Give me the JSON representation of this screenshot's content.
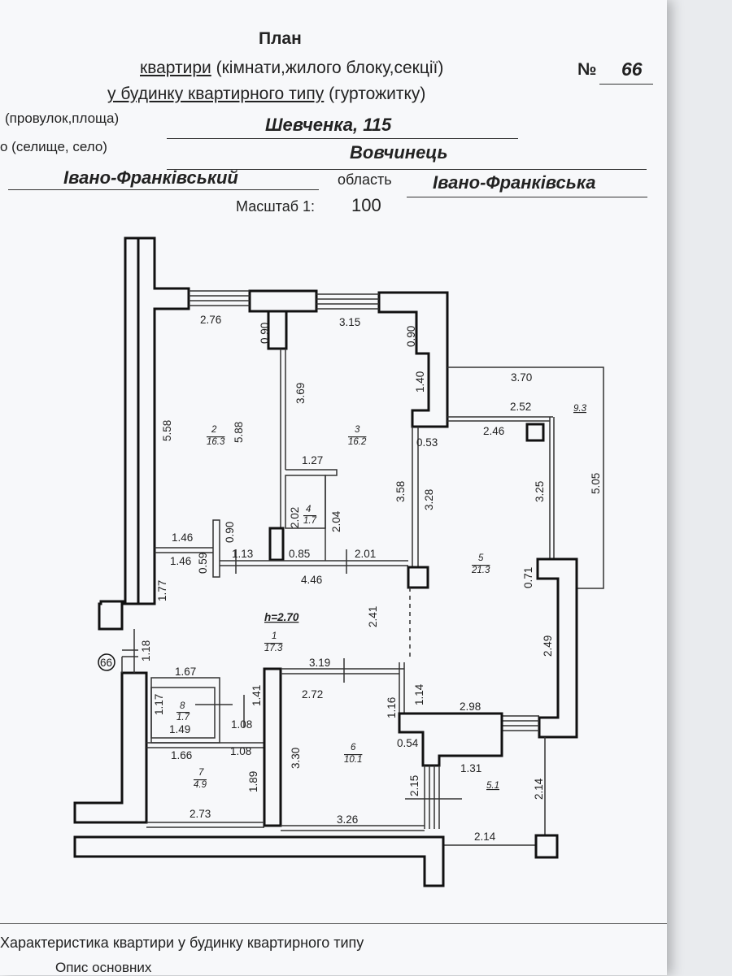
{
  "header": {
    "title": "План",
    "line1_prefix": "квартири",
    "line1_rest": " (кімнати,жилого блоку,секції)",
    "line2_prefix": "у будинку квартирного типу",
    "line2_rest": " (гуртожитку)",
    "number_label": "№",
    "number_value": "66",
    "street_label": "(провулок,площа)",
    "street_value": "Шевченка, 115",
    "city_label": "о (селище, село)",
    "city_value": "Вовчинець",
    "district_value": "Івано-Франківський",
    "region_label": "область",
    "region_value": "Івано-Франківська",
    "scale_label": "Масштаб 1:",
    "scale_value": "100"
  },
  "plan": {
    "height_label": "h=2.70",
    "apartment_marker": "66",
    "rooms": {
      "r1": {
        "num": "1",
        "area": "17.3"
      },
      "r2": {
        "num": "2",
        "area": "16.3"
      },
      "r3": {
        "num": "3",
        "area": "16.2"
      },
      "r4": {
        "num": "4",
        "area": "1.7"
      },
      "r5": {
        "num": "5",
        "area": "21.3"
      },
      "r6": {
        "num": "6",
        "area": "10.1"
      },
      "r7": {
        "num": "7",
        "area": "4.9"
      },
      "r8": {
        "num": "8",
        "area": "1.7"
      },
      "balcony": {
        "area": "9.3"
      },
      "loggia": {
        "area": "5.1"
      }
    },
    "dims": {
      "d276": "2.76",
      "d090a": "0.90",
      "d315": "3.15",
      "d090b": "0.90",
      "d558": "5.58",
      "d588": "5.88",
      "d369": "3.69",
      "d140": "1.40",
      "d370": "3.70",
      "d252": "2.52",
      "d246": "2.46",
      "d053": "0.53",
      "d127": "1.27",
      "d358": "3.58",
      "d328": "3.28",
      "d325": "3.25",
      "d505": "5.05",
      "d202": "2.02",
      "d204": "2.04",
      "d146a": "1.46",
      "d090c": "0.90",
      "d146b": "1.46",
      "d059": "0.59",
      "d113": "1.13",
      "d085": "0.85",
      "d201": "2.01",
      "d446": "4.46",
      "d071": "0.71",
      "d177": "1.77",
      "d241": "2.41",
      "d249": "2.49",
      "d118": "1.18",
      "d167": "1.67",
      "d319": "3.19",
      "d141": "1.41",
      "d272": "2.72",
      "d116": "1.16",
      "d114": "1.14",
      "d298": "2.98",
      "d117": "1.17",
      "d149": "1.49",
      "d108a": "1.08",
      "d108b": "1.08",
      "d054": "0.54",
      "d166": "1.66",
      "d330": "3.30",
      "d131": "1.31",
      "d215": "2.15",
      "d214a": "2.14",
      "d189": "1.89",
      "d273": "2.73",
      "d326": "3.26",
      "d214b": "2.14"
    }
  },
  "footer": {
    "line1": "Характеристика квартири у будинку квартирного типу",
    "line2": "Опис основних"
  }
}
